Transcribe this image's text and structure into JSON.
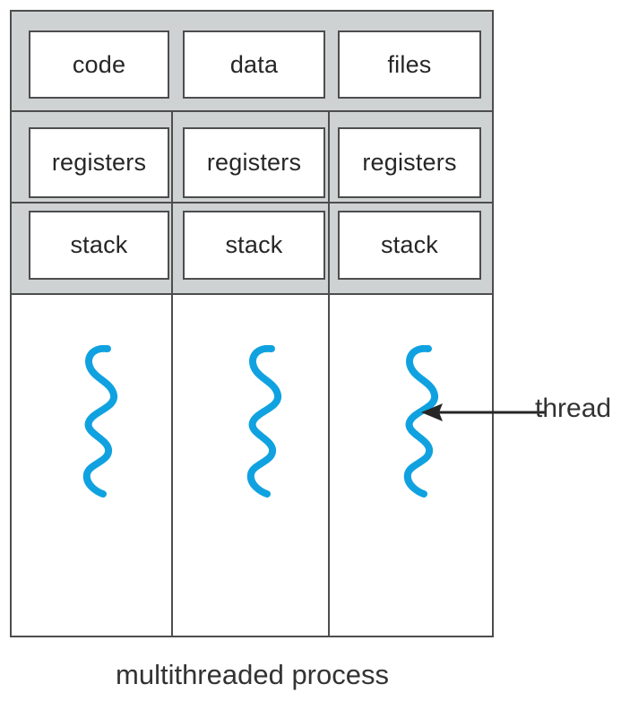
{
  "diagram": {
    "title": "multithreaded process",
    "caption": "multithreaded process",
    "colors": {
      "thread_blue": "#10A2E0",
      "band_gray": "#ced2d3",
      "line_dark": "#4d4d4d",
      "text_dark": "#333333",
      "cell_background": "#ffffff"
    },
    "rows": [
      {
        "name": "shared-resources-row",
        "cells": [
          {
            "label": "code"
          },
          {
            "label": "data"
          },
          {
            "label": "files"
          }
        ]
      },
      {
        "name": "registers-row",
        "cells": [
          {
            "label": "registers"
          },
          {
            "label": "registers"
          },
          {
            "label": "registers"
          }
        ]
      },
      {
        "name": "stack-row",
        "cells": [
          {
            "label": "stack"
          },
          {
            "label": "stack"
          },
          {
            "label": "stack"
          }
        ]
      }
    ],
    "threads": [
      {
        "name": "thread-squiggle-1"
      },
      {
        "name": "thread-squiggle-2"
      },
      {
        "name": "thread-squiggle-3"
      }
    ],
    "annotation": {
      "label": "thread",
      "arrow_direction": "left",
      "points_to": "thread-squiggle-3"
    }
  }
}
